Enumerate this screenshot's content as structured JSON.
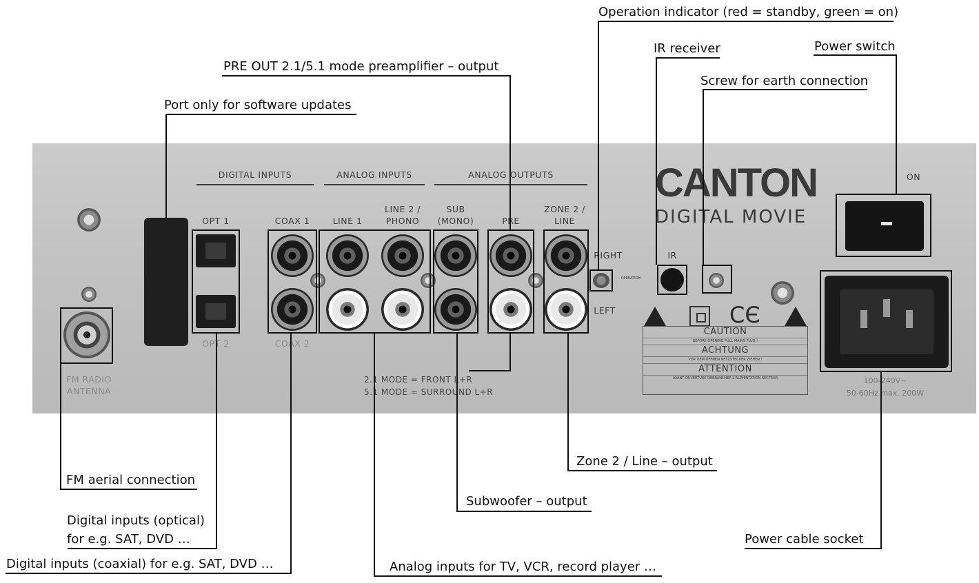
{
  "callouts": {
    "operation_indicator": "Operation indicator (red = standby, green = on)",
    "ir_receiver": "IR receiver",
    "power_switch": "Power switch",
    "pre_out": "PRE OUT 2.1/5.1 mode preamplifier – output",
    "earth_screw": "Screw for earth connection",
    "software_port": "Port only for software updates",
    "zone2_output": "Zone 2 / Line – output",
    "fm_aerial": "FM aerial connection",
    "subwoofer_output": "Subwoofer – output",
    "digital_optical_line1": "Digital inputs (optical)",
    "digital_optical_line2": "for e.g. SAT, DVD …",
    "power_socket": "Power cable socket",
    "digital_coaxial": "Digital inputs (coaxial) for e.g. SAT, DVD …",
    "analog_inputs": "Analog inputs for TV, VCR, record player …"
  },
  "panel": {
    "group_digital": "DIGITAL INPUTS",
    "group_analog_in": "ANALOG INPUTS",
    "group_analog_out": "ANALOG OUTPUTS",
    "opt1": "OPT 1",
    "opt2": "OPT 2",
    "coax1": "COAX 1",
    "coax2": "COAX 2",
    "line1": "LINE 1",
    "line2_a": "LINE 2 /",
    "line2_b": "PHONO",
    "sub_a": "SUB",
    "sub_b": "(MONO)",
    "pre": "PRE",
    "zone2_a": "ZONE 2 /",
    "zone2_b": "LINE",
    "right": "RIGHT",
    "left": "LEFT",
    "operation": "OPERATION",
    "ir": "IR",
    "on": "ON",
    "fm_a": "FM RADIO",
    "fm_b": "ANTENNA",
    "mode_21": "2.1 MODE = FRONT L+R",
    "mode_51": "5.1 MODE = SURROUND L+R",
    "rating_a": "100-240V~",
    "rating_b": "50-60Hz max. 200W"
  },
  "logo": {
    "brand": "CANTON",
    "model": "DIGITAL MOVIE"
  },
  "caution_label": {
    "caution": "CAUTION",
    "caution_sub": "BEFORE OPENING PULL MAINS PLUG !",
    "achtung": "ACHTUNG",
    "achtung_sub": "VOR DEM ÖFFNEN NETZSTECKER ZIEHEN !",
    "attention": "ATTENTION",
    "attention_sub": "AVANT OUVERTURE DEBRANCHER L'ALIMENTATION SECTEUR"
  },
  "colors": {
    "panel": "#c4c4c4",
    "leader_lines": "#111111"
  }
}
